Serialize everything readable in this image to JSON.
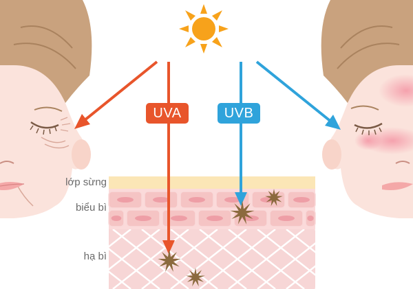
{
  "rays": {
    "uva_label": "UVA",
    "uvb_label": "UVB"
  },
  "layers": {
    "corneum": "lớp sừng",
    "epidermis": "biểu bì",
    "dermis": "hạ bì"
  },
  "icons": {
    "sun": "sun-icon",
    "damage": "damage-burst-icon"
  },
  "colors": {
    "uva": "#e8552b",
    "uvb": "#2fa3db",
    "sun": "#f7a21b",
    "skin": "#fbe3dc",
    "hair": "#c9a27e",
    "corneum": "#fbe6b6",
    "epidermis_cell": "#f2b7b7",
    "dermis": "#f7d6d6",
    "damage": "#8b6a3e"
  }
}
